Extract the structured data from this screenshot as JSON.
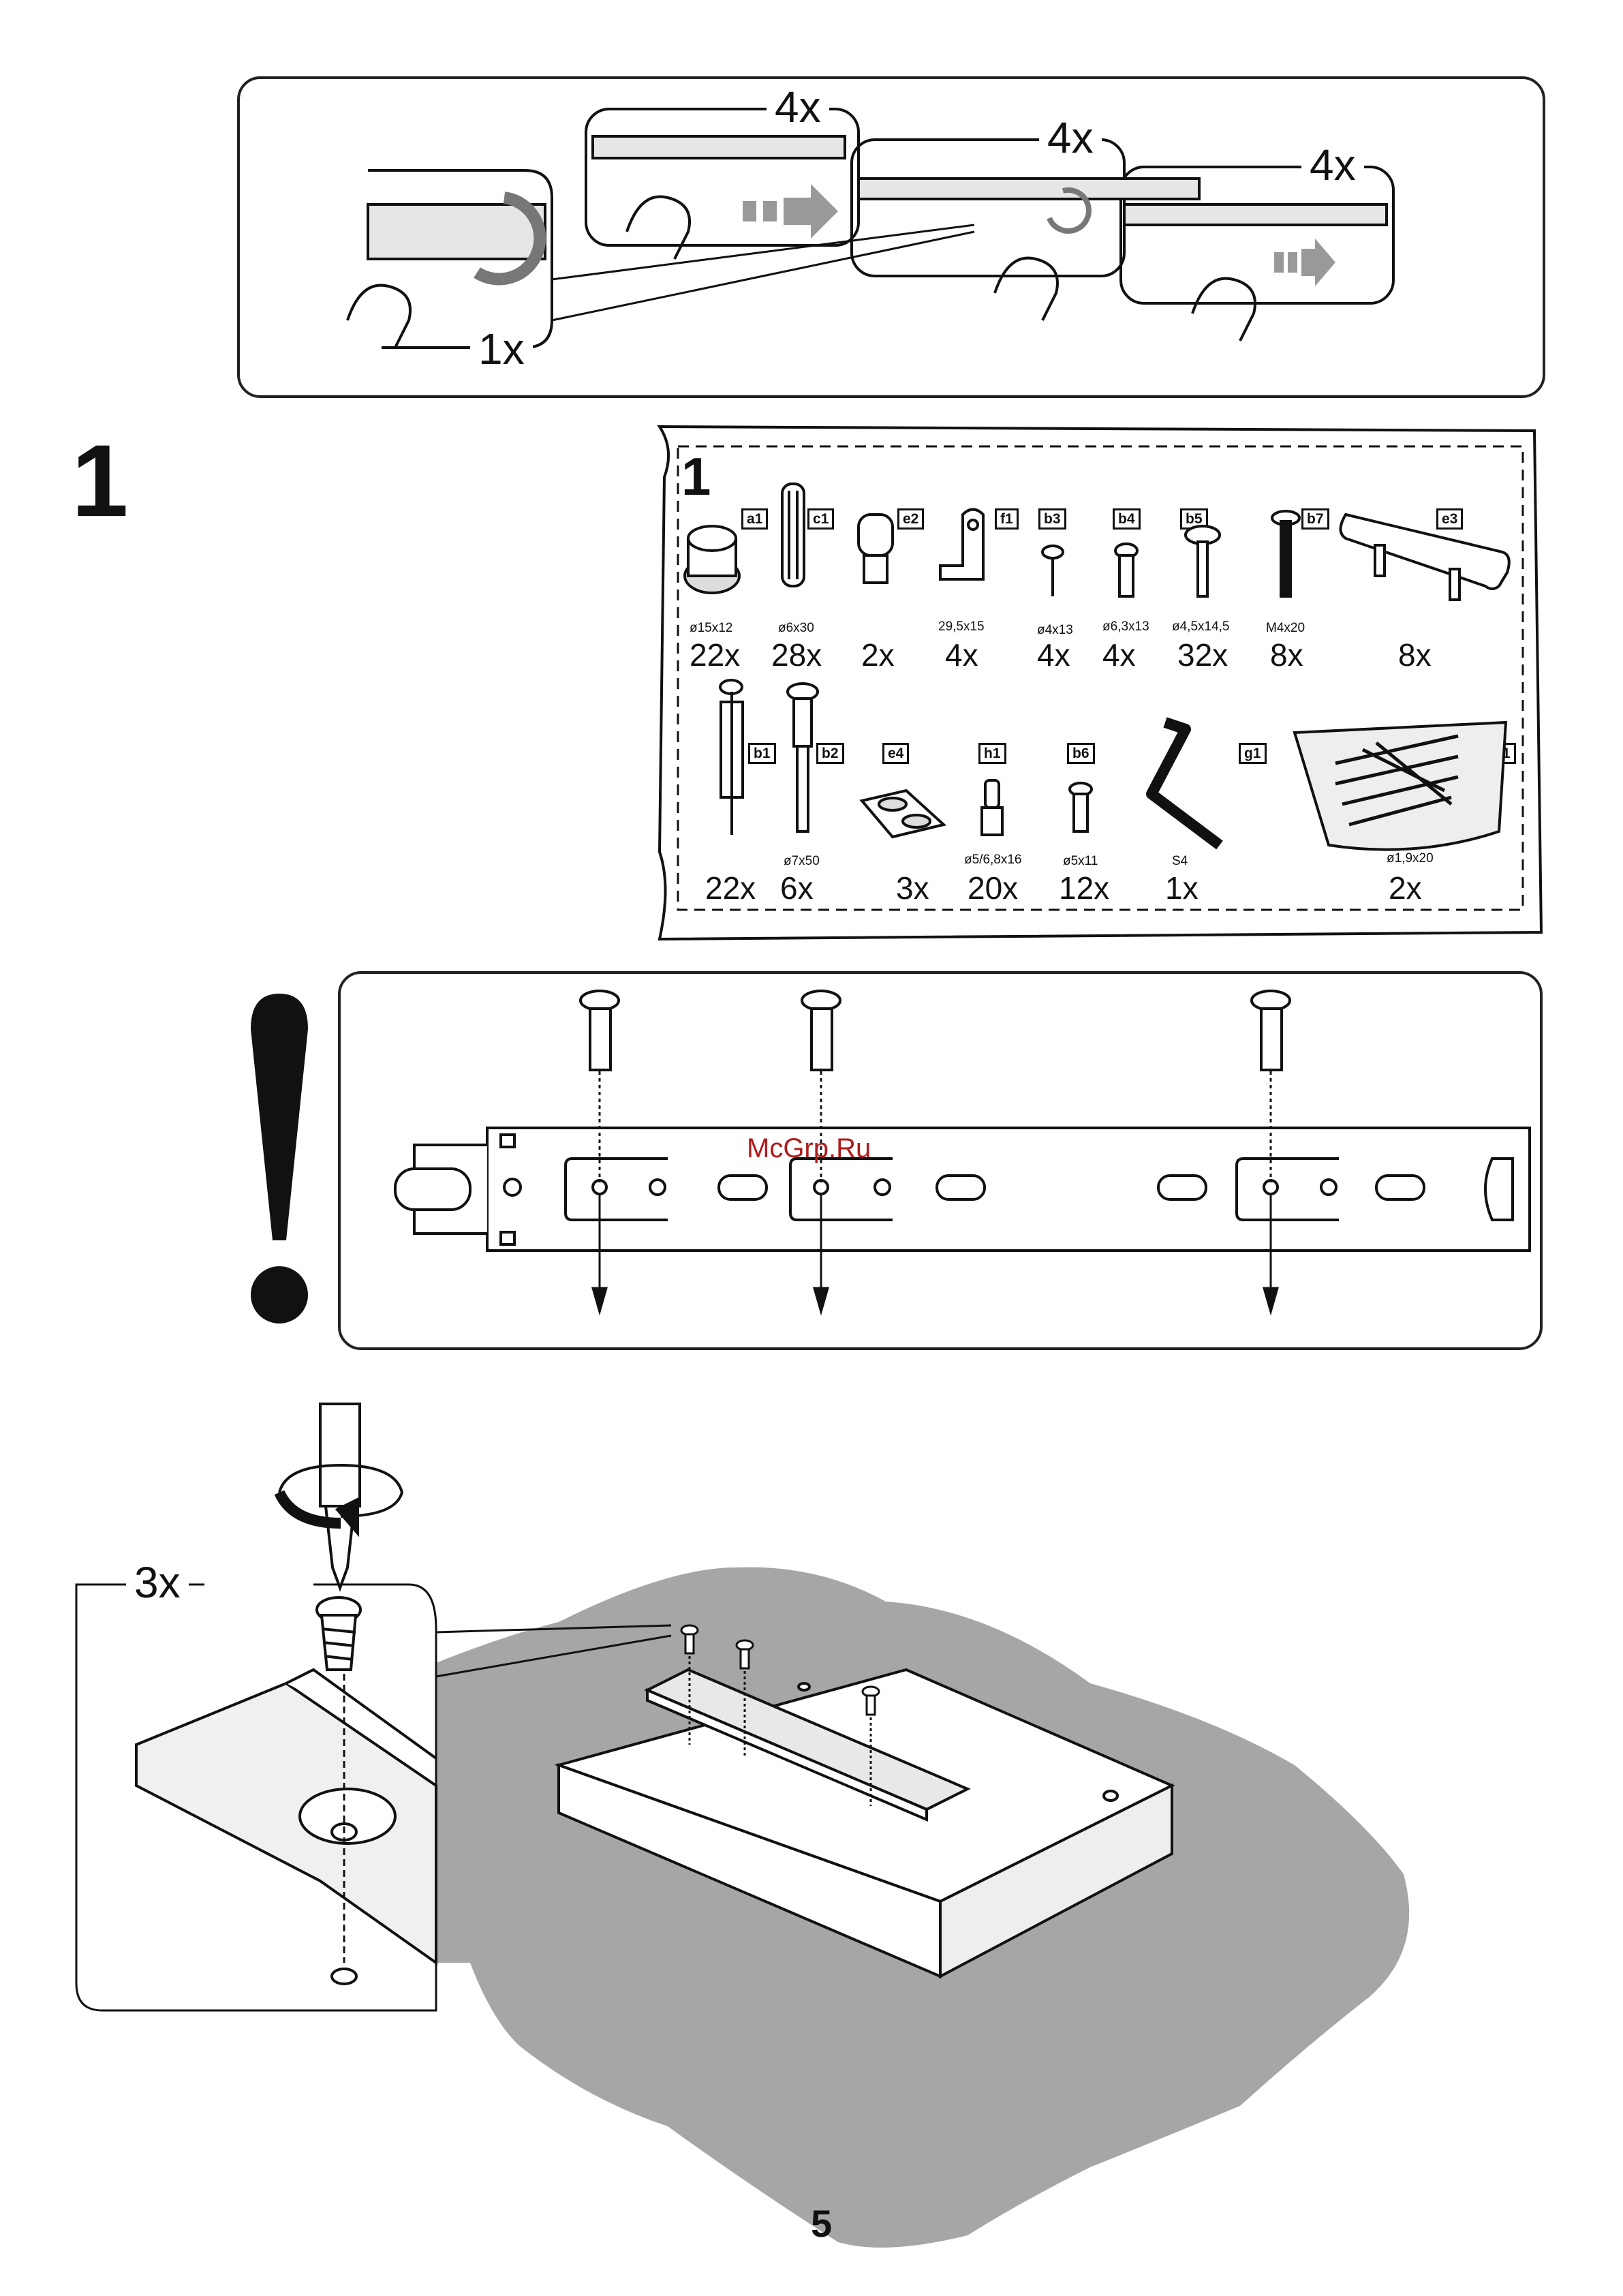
{
  "top_panel": {
    "qty_left": "1x",
    "qty_a": "4x",
    "qty_b": "4x",
    "qty_c": "4x"
  },
  "step_number": "1",
  "parts_bag": {
    "bag_number": "1",
    "row1": [
      {
        "code": "a1",
        "dim": "ø15x12",
        "qty": "22x",
        "icon": "cam-lock-icon"
      },
      {
        "code": "c1",
        "dim": "ø6x30",
        "qty": "28x",
        "icon": "wood-dowel-icon"
      },
      {
        "code": "e2",
        "dim": "",
        "qty": "2x",
        "icon": "plastic-foot-icon"
      },
      {
        "code": "f1",
        "dim": "29,5x15",
        "qty": "4x",
        "icon": "angle-bracket-icon"
      },
      {
        "code": "b3",
        "dim": "ø4x13",
        "qty": "4x",
        "icon": "small-screw-icon"
      },
      {
        "code": "b4",
        "dim": "ø6,3x13",
        "qty": "4x",
        "icon": "euro-screw-icon"
      },
      {
        "code": "b5",
        "dim": "ø4,5x14,5",
        "qty": "32x",
        "icon": "flat-head-screw-icon"
      },
      {
        "code": "b7",
        "dim": "M4x20",
        "qty": "8x",
        "icon": "machine-bolt-icon"
      },
      {
        "code": "e3",
        "dim": "",
        "qty": "8x",
        "icon": "handle-icon"
      }
    ],
    "row2": [
      {
        "code": "b1",
        "dim": "",
        "qty": "22x",
        "icon": "cam-bolt-icon"
      },
      {
        "code": "b2",
        "dim": "ø7x50",
        "qty": "6x",
        "icon": "confirmat-screw-icon"
      },
      {
        "code": "e4",
        "dim": "",
        "qty": "3x",
        "icon": "bumper-pads-icon"
      },
      {
        "code": "h1",
        "dim": "ø5/6,8x16",
        "qty": "20x",
        "icon": "shelf-pin-icon"
      },
      {
        "code": "b6",
        "dim": "ø5x11",
        "qty": "12x",
        "icon": "short-screw-icon"
      },
      {
        "code": "g1",
        "dim": "S4",
        "qty": "1x",
        "icon": "allen-key-icon"
      },
      {
        "code": "d1",
        "dim": "ø1,9x20",
        "qty": "2x",
        "icon": "nail-bag-icon"
      }
    ]
  },
  "watermark": "McGrp.Ru",
  "detail_qty": "3x",
  "page_number": "5",
  "colors": {
    "ink": "#111111",
    "floor": "#a6a6a6",
    "watermark": "#b01b1b"
  }
}
